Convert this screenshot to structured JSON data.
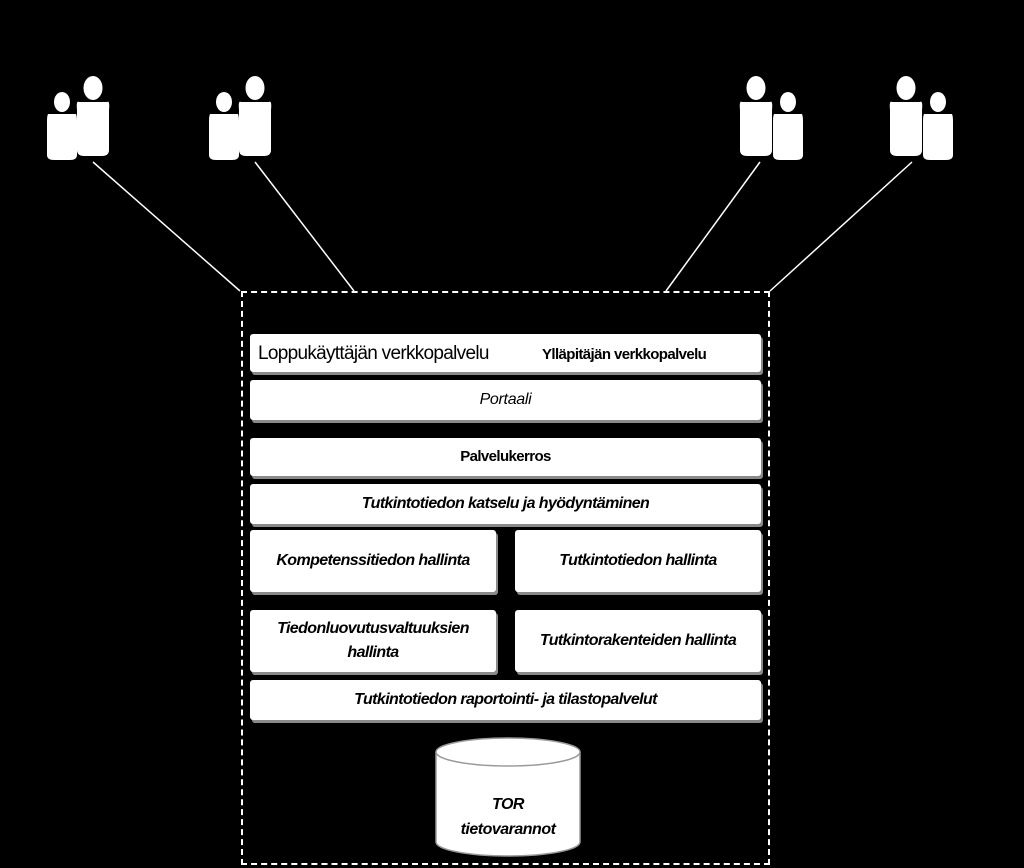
{
  "user_groups": {
    "left": [
      {
        "icon": "people-icon"
      },
      {
        "icon": "people-icon"
      }
    ],
    "right": [
      {
        "icon": "people-icon"
      },
      {
        "icon": "people-icon"
      }
    ]
  },
  "layers": {
    "end_user_service": "Loppukäyttäjän verkkopalvelu",
    "admin_service": "Ylläpitäjän verkkopalvelu",
    "portal": "Portaali",
    "service_layer": "Palvelukerros",
    "viewing_and_usage": "Tutkintotiedon katselu ja hyödyntäminen",
    "competence_management": "Kompetenssitiedon hallinta",
    "degree_info_management": "Tutkintotiedon hallinta",
    "disclosure_line1": "Tiedonluovutusvaltuuksien",
    "disclosure_line2": "hallinta",
    "structure_management": "Tutkintorakenteiden hallinta",
    "reporting": "Tutkintotiedon raportointi- ja tilastopalvelut",
    "db_line1": "TOR",
    "db_line2": "tietovarannot"
  },
  "colors": {
    "background": "#000000",
    "box": "#ffffff",
    "line": "#ffffff",
    "shadow": "#8a8a8a"
  }
}
